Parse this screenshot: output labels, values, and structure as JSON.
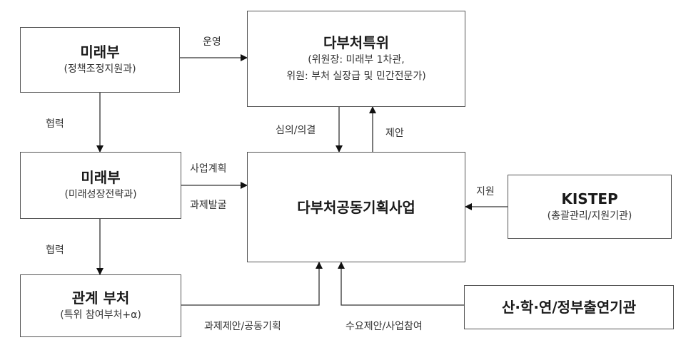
{
  "boxes": {
    "mirae_policy": {
      "title": "미래부",
      "sub": "(정책조정지원과)"
    },
    "committee": {
      "title": "다부처특위",
      "sub1": "(위원장: 미래부 1차관,",
      "sub2": "위원: 부처 실장급 및 민간전문가)"
    },
    "mirae_strategy": {
      "title": "미래부",
      "sub": "(미래성장전략과)"
    },
    "project": {
      "title": "다부처공동기획사업"
    },
    "kistep": {
      "title": "KISTEP",
      "sub": "(총괄관리/지원기관)"
    },
    "ministries": {
      "title": "관계 부처",
      "sub": "(특위 참여부처+α)"
    },
    "industry": {
      "title": "산·학·연/정부출연기관"
    }
  },
  "labels": {
    "operate": "운영",
    "cooperate1": "협력",
    "cooperate2": "협력",
    "deliberate": "심의/의결",
    "propose": "제안",
    "business_plan": "사업계획",
    "task_discovery": "과제발굴",
    "support": "지원",
    "task_proposal": "과제제안/공동기획",
    "demand_proposal": "수요제안/사업참여"
  }
}
